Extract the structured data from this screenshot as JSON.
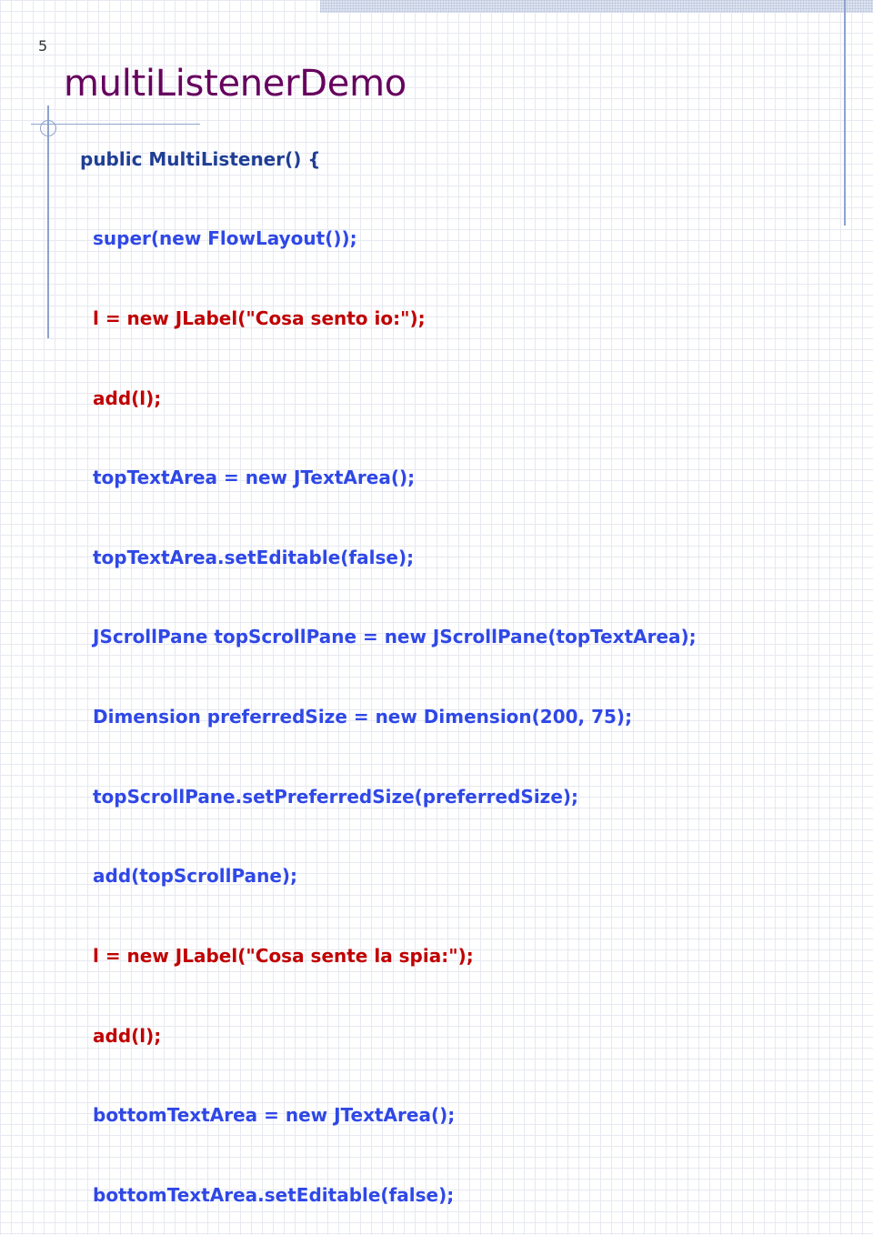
{
  "slide": {
    "number": "5",
    "title": "multiListenerDemo"
  },
  "code": {
    "intro": "public MultiListener() {",
    "lines": [
      {
        "text": "super(new FlowLayout());",
        "color": "#2f48e6"
      },
      {
        "text": "l = new JLabel(\"Cosa sento io:\");",
        "color": "#c00000"
      },
      {
        "text": "add(l);",
        "color": "#c00000"
      },
      {
        "text": "topTextArea = new JTextArea();",
        "color": "#2f48e6"
      },
      {
        "text": "topTextArea.setEditable(false);",
        "color": "#2f48e6"
      },
      {
        "text": "JScrollPane topScrollPane = new JScrollPane(topTextArea);",
        "color": "#2f48e6"
      },
      {
        "text": "Dimension preferredSize = new Dimension(200, 75);",
        "color": "#2f48e6"
      },
      {
        "text": "topScrollPane.setPreferredSize(preferredSize);",
        "color": "#2f48e6"
      },
      {
        "text": "add(topScrollPane);",
        "color": "#2f48e6"
      },
      {
        "text": "l = new JLabel(\"Cosa sente la spia:\");",
        "color": "#c00000"
      },
      {
        "text": "add(l);",
        "color": "#c00000"
      },
      {
        "text": "bottomTextArea = new JTextArea();",
        "color": "#2f48e6"
      },
      {
        "text": "bottomTextArea.setEditable(false);",
        "color": "#2f48e6"
      }
    ]
  },
  "theme": {
    "title_color": "#66005e",
    "intro_color": "#1f3e94",
    "accent_line_color": "#8da3cc"
  }
}
